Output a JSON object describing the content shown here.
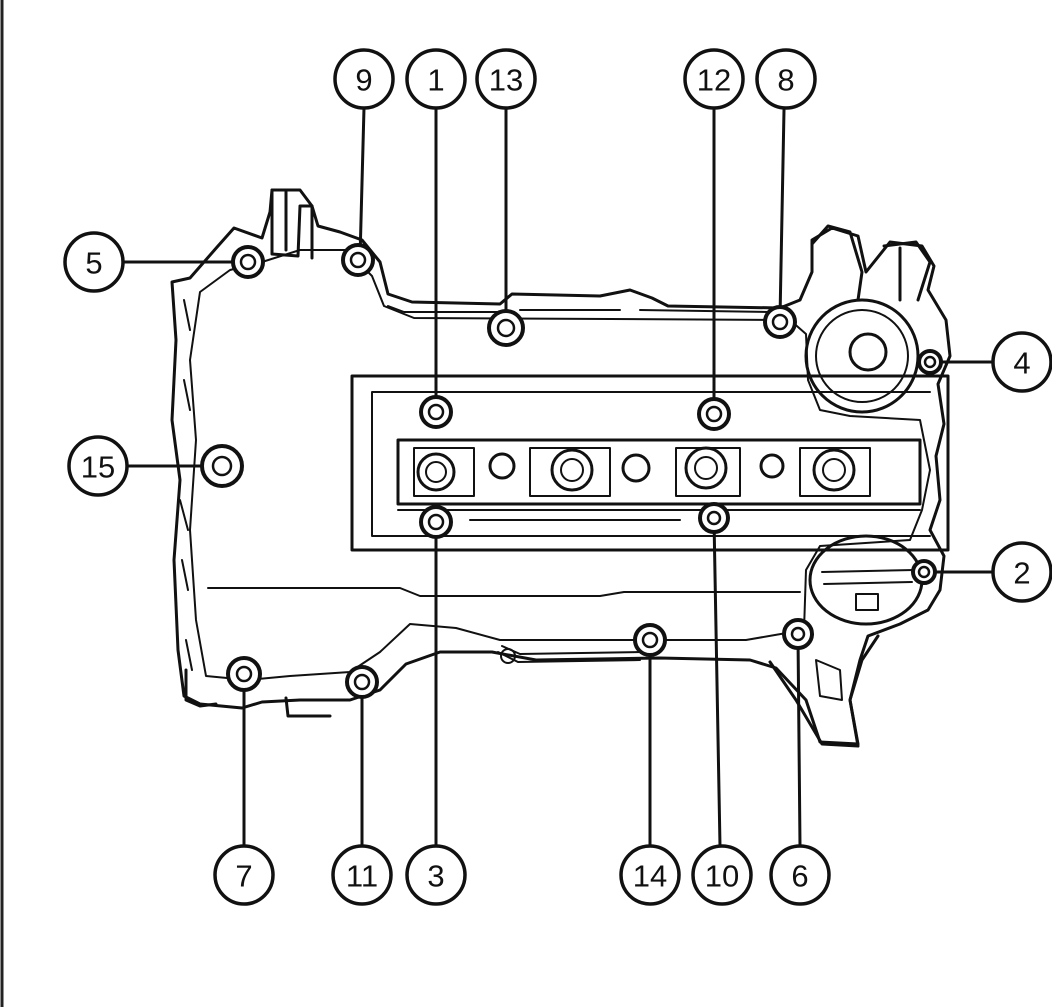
{
  "diagram": {
    "callouts": [
      {
        "id": "c1",
        "label": "1"
      },
      {
        "id": "c2",
        "label": "2"
      },
      {
        "id": "c3",
        "label": "3"
      },
      {
        "id": "c4",
        "label": "4"
      },
      {
        "id": "c5",
        "label": "5"
      },
      {
        "id": "c6",
        "label": "6"
      },
      {
        "id": "c7",
        "label": "7"
      },
      {
        "id": "c8",
        "label": "8"
      },
      {
        "id": "c9",
        "label": "9"
      },
      {
        "id": "c10",
        "label": "10"
      },
      {
        "id": "c11",
        "label": "11"
      },
      {
        "id": "c12",
        "label": "12"
      },
      {
        "id": "c13",
        "label": "13"
      },
      {
        "id": "c14",
        "label": "14"
      },
      {
        "id": "c15",
        "label": "15"
      }
    ],
    "colors": {
      "ink": "#111111",
      "background": "#ffffff"
    }
  }
}
